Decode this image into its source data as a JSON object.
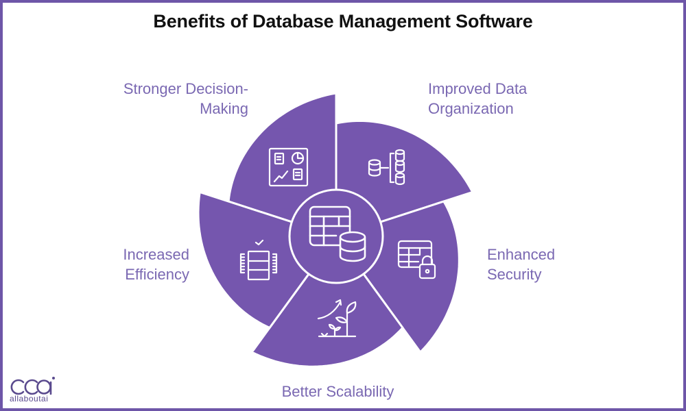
{
  "title": "Benefits of Database Management Software",
  "colors": {
    "segment": "#7556ae",
    "label": "#7a68b2",
    "icon_stroke": "#ffffff",
    "frame": "#6e56a8",
    "title": "#111111"
  },
  "center": {
    "icon": "table-database-icon"
  },
  "segments": [
    {
      "lines": [
        "Stronger Decision-",
        "Making"
      ],
      "icon": "dashboard-chart-icon"
    },
    {
      "lines": [
        "Improved Data",
        "Organization"
      ],
      "icon": "database-hierarchy-icon"
    },
    {
      "lines": [
        "Enhanced",
        "Security"
      ],
      "icon": "table-lock-icon"
    },
    {
      "lines": [
        "Better Scalability"
      ],
      "icon": "growing-plant-icon"
    },
    {
      "lines": [
        "Increased",
        "Efficiency"
      ],
      "icon": "server-check-icon"
    }
  ],
  "logo": {
    "mark": "cca",
    "text": "allaboutai"
  }
}
